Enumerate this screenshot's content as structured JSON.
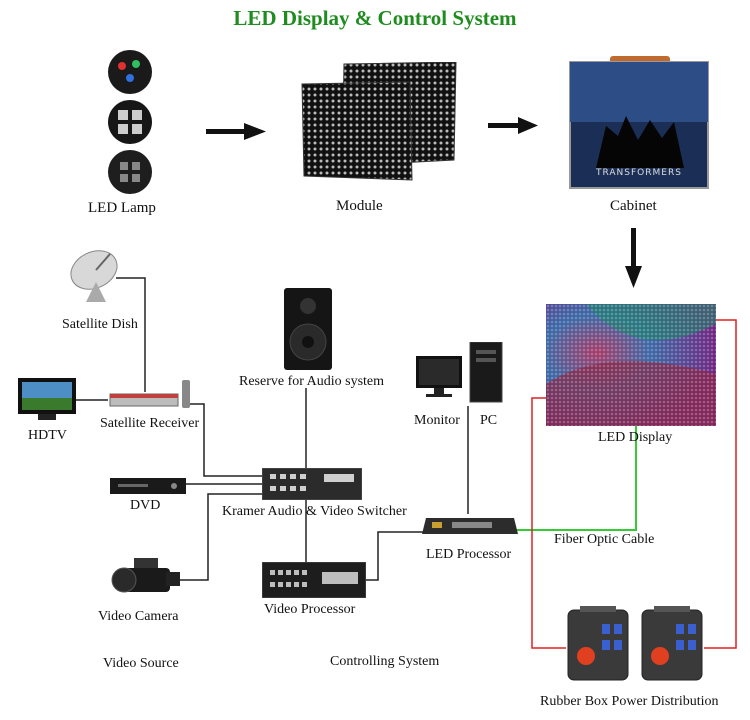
{
  "title": "LED Display & Control System",
  "colors": {
    "title": "#1e8c1e",
    "wire": "#222222",
    "power_cable": "#e02020",
    "fiber_cable": "#33cc33"
  },
  "labels": {
    "led_lamp": "LED Lamp",
    "module": "Module",
    "cabinet": "Cabinet",
    "satellite_dish": "Satellite Dish",
    "hdtv": "HDTV",
    "satellite_receiver": "Satellite Receiver",
    "dvd": "DVD",
    "video_camera": "Video Camera",
    "video_source": "Video Source",
    "audio": "Reserve for Audio system",
    "switcher": "Kramer Audio & Video Switcher",
    "video_processor": "Video Processor",
    "controlling_system": "Controlling System",
    "monitor": "Monitor",
    "pc": "PC",
    "led_processor": "LED Processor",
    "led_display": "LED Display",
    "fiber": "Fiber Optic Cable",
    "power": "Rubber Box Power Distribution"
  },
  "cabinet_logo": "TRANSFORMERS"
}
